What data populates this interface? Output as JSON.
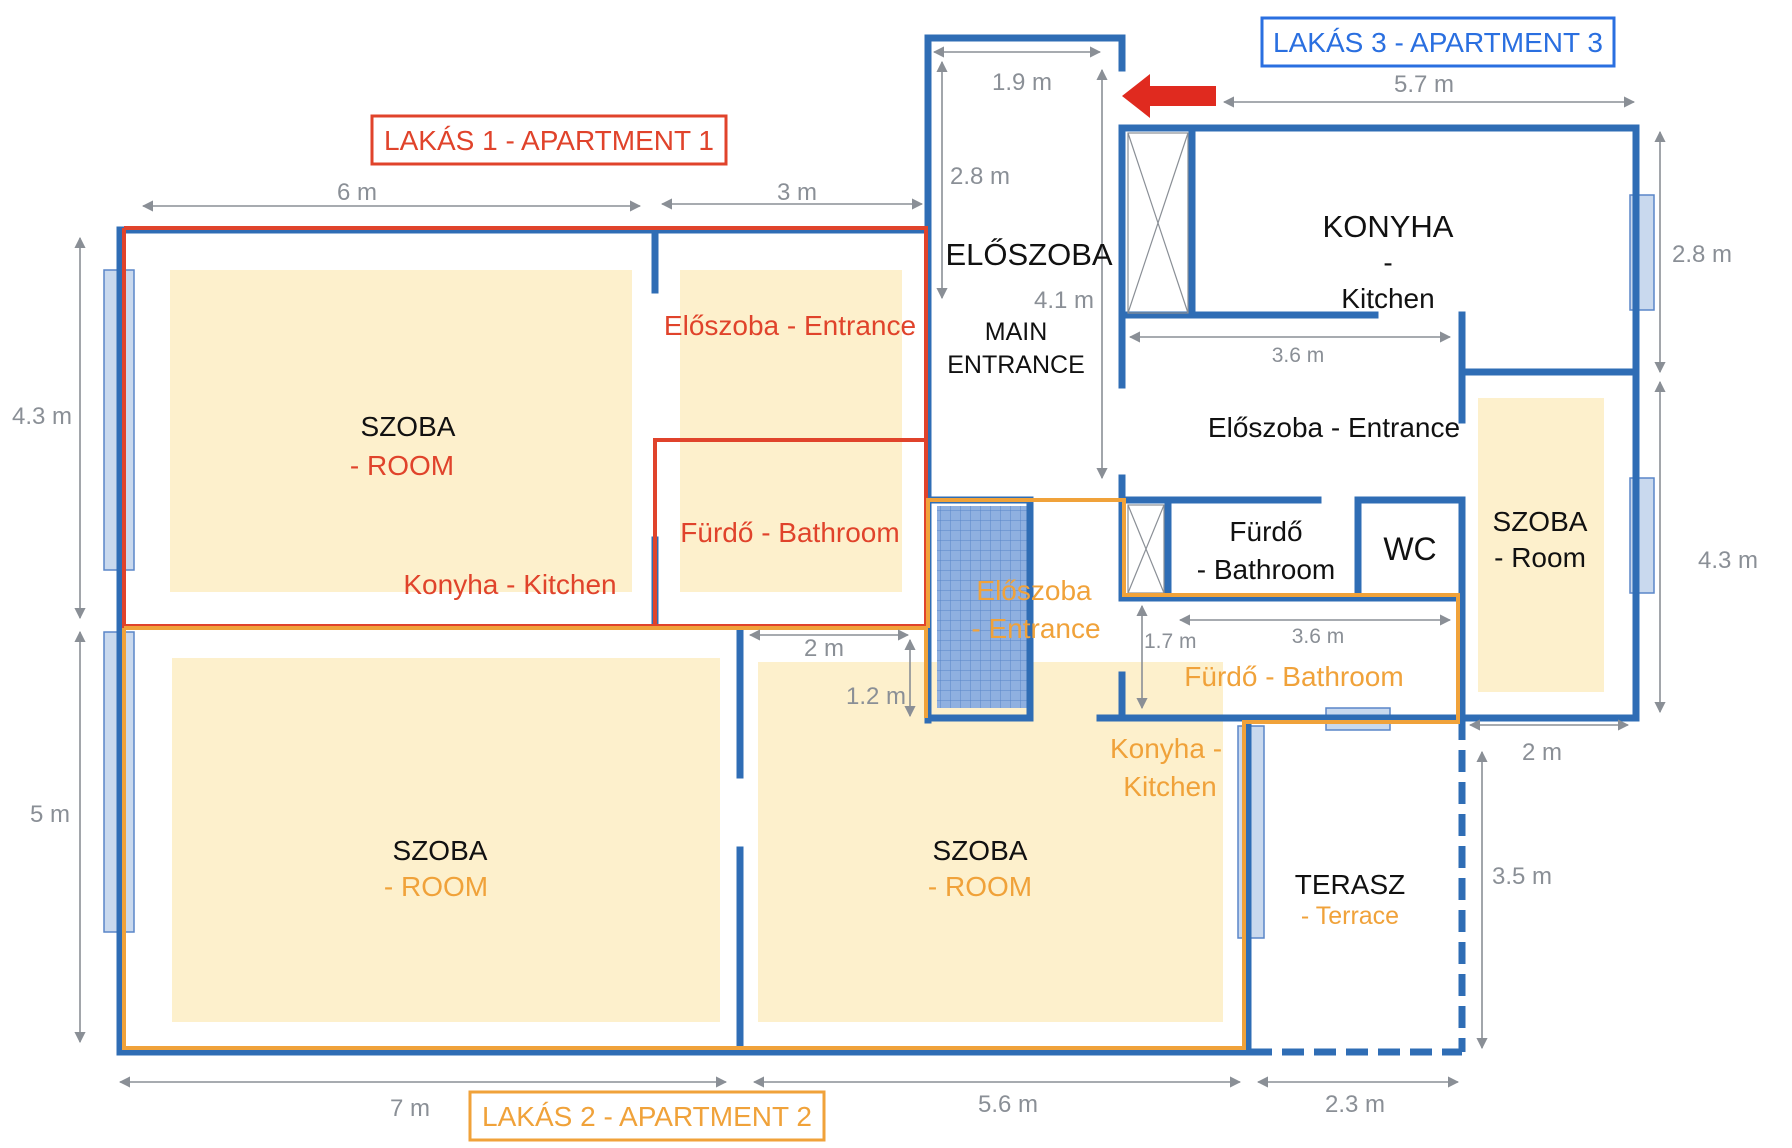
{
  "colors": {
    "wall": "#2f6db5",
    "apt1": "#e0432b",
    "apt2": "#f0a23a",
    "apt3": "#2a6fe0",
    "room_fill": "#fdf0cc",
    "dim": "#8a8f96",
    "window": "#c9d9ee"
  },
  "titles": {
    "apt1": "LAKÁS 1 - APARTMENT 1",
    "apt2": "LAKÁS 2 - APARTMENT 2",
    "apt3": "LAKÁS 3 - APARTMENT 3"
  },
  "main_entrance": {
    "title": "ELŐSZOBA",
    "line1": "MAIN",
    "line2": "ENTRANCE",
    "arrow_icon": "arrow-left-icon"
  },
  "apt1_rooms": {
    "room_title": "SZOBA",
    "room_sub": "- ROOM",
    "entrance": "Előszoba - Entrance",
    "bath": "Fürdő - Bathroom",
    "kitchen": "Konyha - Kitchen"
  },
  "apt2_rooms": {
    "room1_title": "SZOBA",
    "room1_sub": "- ROOM",
    "room2_title": "SZOBA",
    "room2_sub": "- ROOM",
    "entrance_line1": "Előszoba",
    "entrance_line2": "- Entrance",
    "bath": "Fürdő - Bathroom",
    "kitchen_line1": "Konyha -",
    "kitchen_line2": "Kitchen",
    "terrace_title": "TERASZ",
    "terrace_sub": "- Terrace"
  },
  "apt3_rooms": {
    "kitchen_title": "KONYHA",
    "kitchen_dash": "-",
    "kitchen_sub": "Kitchen",
    "entrance": "Előszoba - Entrance",
    "bath_line1": "Fürdő",
    "bath_line2": "- Bathroom",
    "wc": "WC",
    "room_title": "SZOBA",
    "room_sub": "- Room"
  },
  "dimensions": {
    "d6m": "6 m",
    "d3m": "3 m",
    "d43m_left": "4.3 m",
    "d5m": "5 m",
    "d7m": "7 m",
    "d56m": "5.6 m",
    "d23m": "2.3 m",
    "d19m": "1.9 m",
    "d28m_main": "2.8 m",
    "d41m": "4.1 m",
    "d57m": "5.7 m",
    "d28m_right": "2.8 m",
    "d43m_right": "4.3 m",
    "d36m_top": "3.6 m",
    "d36m_bottom": "3.6 m",
    "d17m": "1.7 m",
    "d2m_apt2": "2 m",
    "d12m": "1.2 m",
    "d2m_right": "2 m",
    "d35m": "3.5 m"
  }
}
